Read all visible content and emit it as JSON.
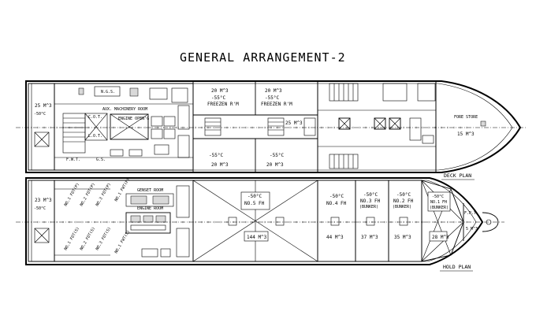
{
  "title": "GENERAL ARRANGEMENT-2",
  "plans": {
    "deck": "DECK PLAN",
    "hold": "HOLD PLAN"
  },
  "deck": {
    "aft_tank_vol": "25 M^3",
    "aft_tank_temp": "-50°C",
    "aux_machinery": "AUX. MACHINERY ROOM",
    "engine_opening": "ENGINE OPEN'G",
    "freezen_1_temp": "-55°C",
    "freezen_1_name": "FREEZEN R'M",
    "freezen_1_vol": "20 M^3",
    "freezen_2_temp": "-55°C",
    "freezen_2_name": "FREEZEN R'M",
    "freezen_2_vol": "20 M^3",
    "freezen_3_temp": "-55°C",
    "freezen_3_vol": "20 M^3",
    "freezen_4_temp": "-55°C",
    "freezen_4_vol": "20 M^3",
    "mid_vol": "25 M^3",
    "fore_store": "FORE STORE",
    "fore_vol": "15 M^3",
    "small_labels": [
      "N.G.S.",
      "C.O.T.",
      "L.O.T.",
      "F.W.T.",
      "G.S."
    ]
  },
  "hold": {
    "aft_tank_vol": "23 M^3",
    "aft_tank_temp": "-50°C",
    "generator_room": "GENSET ROOM",
    "engine_room": "ENGINE ROOM",
    "fh5_temp": "-50°C",
    "fh5_name": "NO.5 FH",
    "fh5_vol": "144 M^3",
    "fh4_temp": "-50°C",
    "fh4_name": "NO.4 FH",
    "fh4_vol": "44 M^3",
    "fh3_temp": "-50°C",
    "fh3_name": "NO.3 FH",
    "fh3_sub": "(BUNKER)",
    "fh3_vol": "37 M^3",
    "fh2_temp": "-50°C",
    "fh2_name": "NO.2 FH",
    "fh2_sub": "(BUNKER)",
    "fh2_vol": "35 M^3",
    "fh1_temp": "-50°C",
    "fh1_name": "NO.1 FH",
    "fh1_sub": "(BUNKER)",
    "fh1_vol": "28 M^3",
    "fpt_name": "F.P.T.",
    "fpt_vol": "5 M^3",
    "tank_labels": [
      "NO.1 FOT(P)",
      "NO.2 FOT(P)",
      "NO.3 FOT(P)",
      "NO.1 FOT(S)",
      "NO.2 FOT(S)",
      "NO.3 FOT(S)",
      "NO.1 FWT(P)",
      "NO.1 FWT(S)"
    ]
  }
}
